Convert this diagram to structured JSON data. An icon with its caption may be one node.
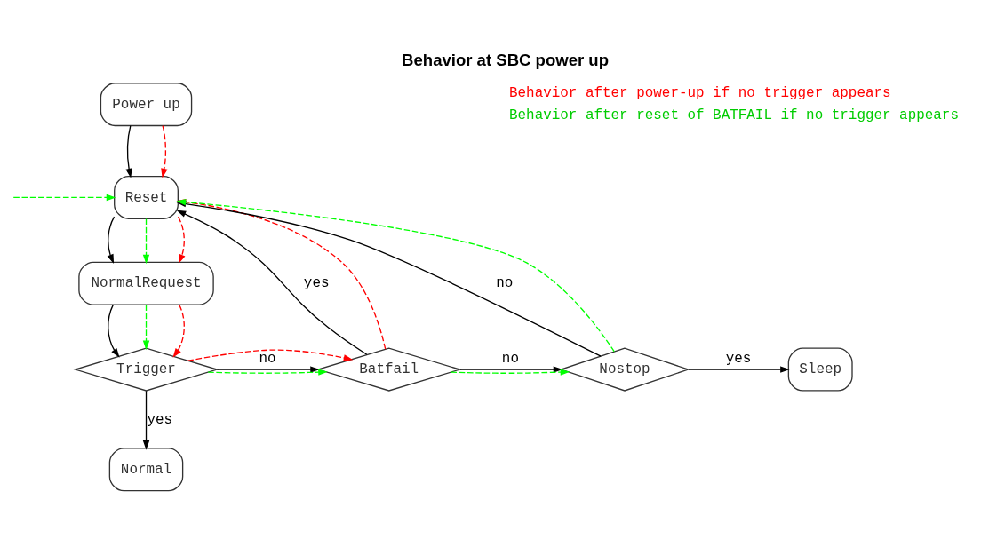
{
  "diagram": {
    "title": "Behavior at SBC power up",
    "nodes": [
      {
        "text": [
          "Power up"
        ]
      },
      {
        "text": [
          "Reset"
        ]
      },
      {
        "text": [
          "NormalRequest"
        ]
      },
      {
        "text": [
          "Trigger"
        ]
      },
      {
        "text": [
          "Batfail"
        ]
      },
      {
        "text": [
          "Nostop"
        ]
      },
      {
        "text": [
          "Sleep"
        ]
      },
      {
        "text": [
          "Normal"
        ]
      }
    ],
    "edges": [
      {
        "from": 0,
        "to": 1,
        "arrow": "to"
      },
      {
        "from": 0,
        "to": 1,
        "arrow": "to",
        "style": "dashed",
        "color": "#ff0000"
      },
      {
        "from": null,
        "to": 1,
        "arrow": "to",
        "style": "dashed",
        "color": "#00ff00"
      },
      {
        "from": 1,
        "to": 2,
        "arrow": "to"
      },
      {
        "from": 1,
        "to": 2,
        "arrow": "to",
        "style": "dashed",
        "color": "#00ff00"
      },
      {
        "from": 1,
        "to": 2,
        "arrow": "to",
        "style": "dashed",
        "color": "#ff0000"
      },
      {
        "from": 2,
        "to": 3,
        "arrow": "to"
      },
      {
        "from": 2,
        "to": 3,
        "arrow": "to",
        "style": "dashed",
        "color": "#00ff00"
      },
      {
        "from": 2,
        "to": 3,
        "arrow": "to",
        "style": "dashed",
        "color": "#ff0000"
      },
      {
        "from": 3,
        "to": 4,
        "arrow": "to",
        "label": "no"
      },
      {
        "from": 3,
        "to": 4,
        "arrow": "to",
        "style": "dashed",
        "color": "#00ff00"
      },
      {
        "from": 3,
        "to": 4,
        "arrow": "to",
        "style": "dashed",
        "color": "#ff0000"
      },
      {
        "from": 3,
        "to": 7,
        "arrow": "to",
        "label": "yes"
      },
      {
        "from": 4,
        "to": 1,
        "arrow": "to",
        "label": "yes"
      },
      {
        "from": 4,
        "to": 1,
        "arrow": "to",
        "style": "dashed",
        "color": "#ff0000"
      },
      {
        "from": 4,
        "to": 5,
        "arrow": "to",
        "label": "no"
      },
      {
        "from": 4,
        "to": 5,
        "arrow": "to",
        "style": "dashed",
        "color": "#00ff00"
      },
      {
        "from": 5,
        "to": 1,
        "arrow": "to",
        "label": "no"
      },
      {
        "from": 5,
        "to": 1,
        "arrow": "to",
        "style": "dashed",
        "color": "#00ff00"
      },
      {
        "from": 5,
        "to": 6,
        "arrow": "to",
        "label": "yes"
      }
    ],
    "legend": [
      {
        "text": "Behavior after power-up if no trigger appears"
      },
      {
        "text": "Behavior after reset of BATFAIL if no trigger appears"
      }
    ]
  }
}
